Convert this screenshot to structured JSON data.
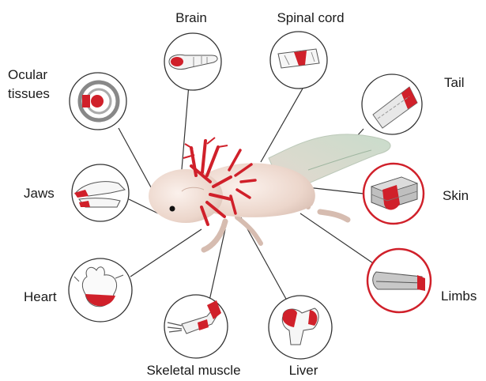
{
  "labels": {
    "brain": "Brain",
    "spinal_cord": "Spinal cord",
    "ocular_line1": "Ocular",
    "ocular_line2": "tissues",
    "tail": "Tail",
    "jaws": "Jaws",
    "skin": "Skin",
    "heart": "Heart",
    "limbs": "Limbs",
    "skeletal_muscle": "Skeletal muscle",
    "liver": "Liver"
  },
  "colors": {
    "regeneration_red": "#d0202a",
    "circle_border": "#333333",
    "highlight_border": "#d0202a",
    "body": "#f1dfd6"
  },
  "highlighted": [
    "skin",
    "limbs"
  ]
}
